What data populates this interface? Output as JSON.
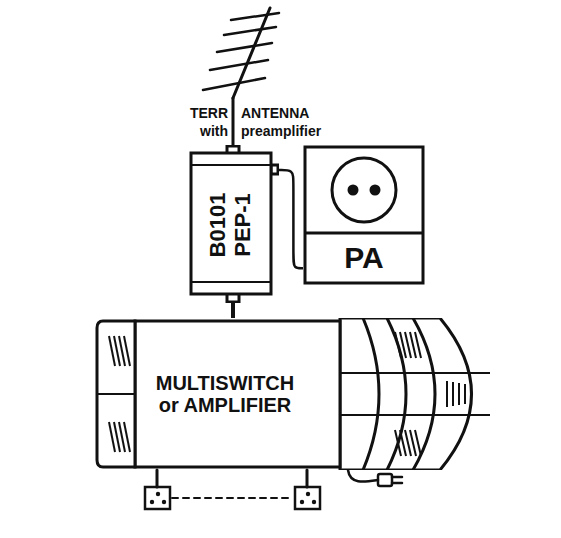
{
  "diagram": {
    "nodes": [
      {
        "text": [
          "B0101 PEP-1"
        ]
      },
      {
        "text": [
          "PA"
        ]
      },
      {
        "text": [
          "MULTISWITCH or AMPLIFIER"
        ]
      }
    ],
    "edges": [
      {
        "from": 0,
        "to": 1,
        "arrow": "none"
      },
      {
        "from": 0,
        "to": 2,
        "arrow": "none"
      }
    ],
    "labels": [
      "TERR",
      "ANTENNA",
      "with",
      "preamplifier"
    ]
  }
}
